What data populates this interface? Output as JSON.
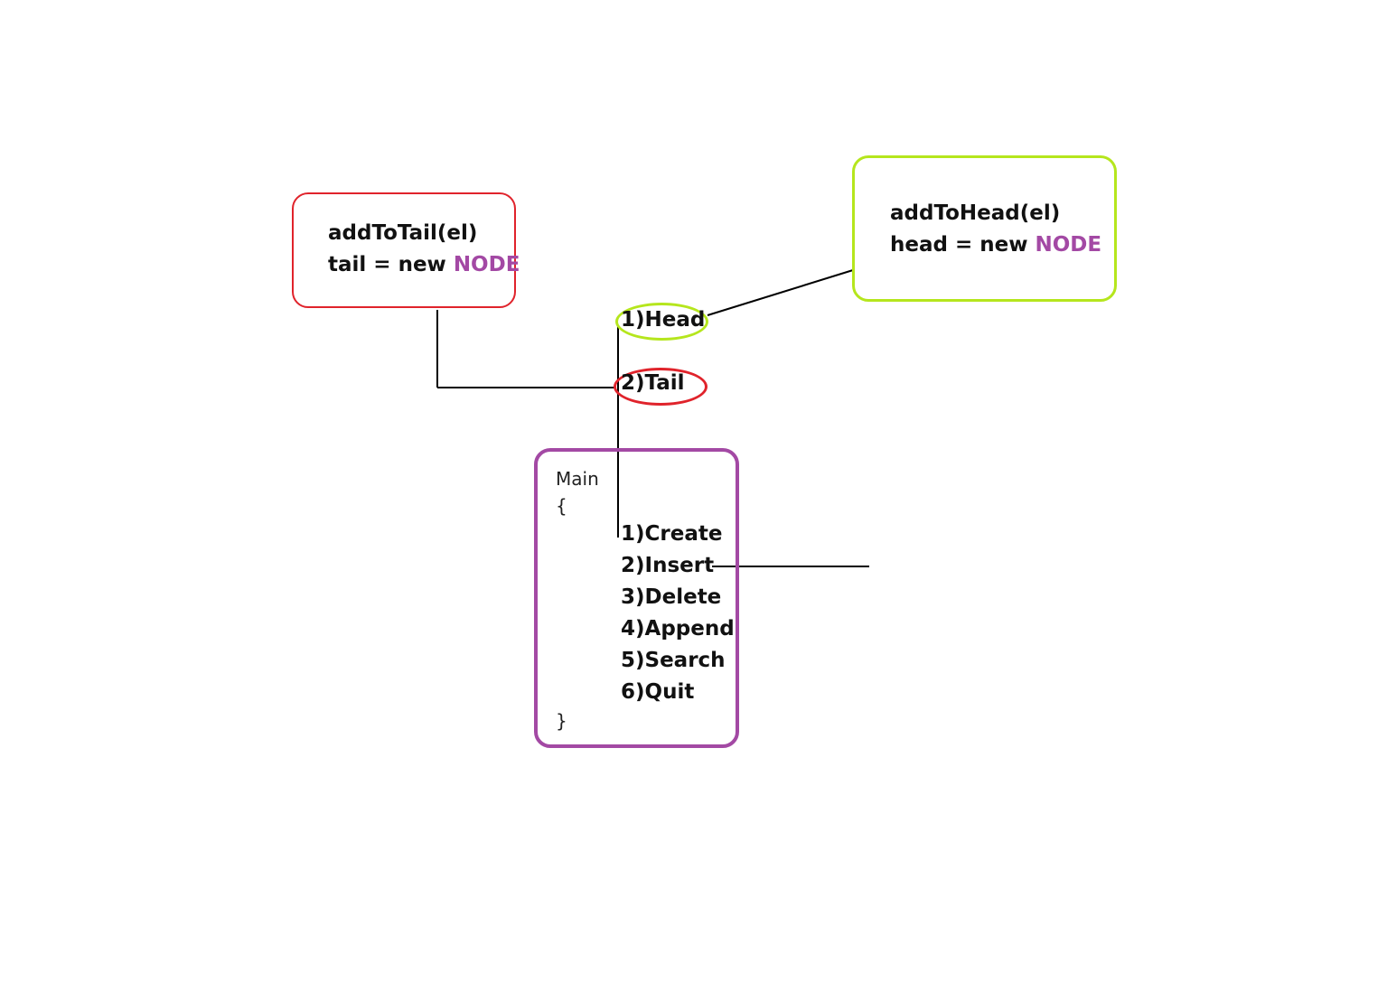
{
  "tail_box": {
    "line1": "addToTail(el)",
    "line2_prefix": "tail = new ",
    "line2_keyword": "NODE"
  },
  "head_box": {
    "line1": "addToHead(el)",
    "line2_prefix": "head = new ",
    "line2_keyword": "NODE"
  },
  "options": {
    "head": "1)Head",
    "tail": "2)Tail"
  },
  "main_box": {
    "title": "Main",
    "open_brace": "{",
    "close_brace": "}",
    "menu": [
      "1)Create",
      "2)Insert",
      "3)Delete",
      "4)Append",
      "5)Search",
      "6)Quit"
    ]
  },
  "colors": {
    "tail": "#e0232b",
    "head": "#b5e61d",
    "main": "#a349a4",
    "keyword": "#a349a4"
  }
}
